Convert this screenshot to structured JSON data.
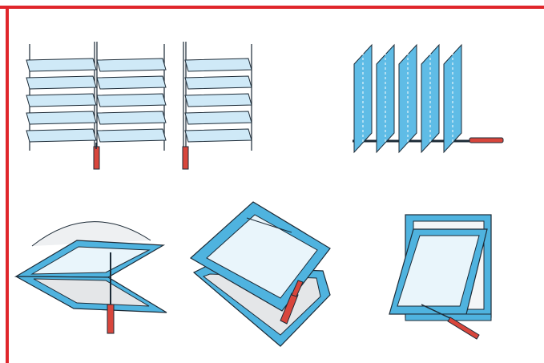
{
  "figure": {
    "panels": [
      {
        "id": "louvre-horizontal-pair",
        "icon": "horizontal-louvre-window-icon"
      },
      {
        "id": "louvre-vertical",
        "icon": "vertical-louvre-window-icon"
      },
      {
        "id": "top-hung-double-pivot",
        "icon": "top-hung-window-icon"
      },
      {
        "id": "centre-pivot",
        "icon": "pivot-window-icon"
      },
      {
        "id": "top-hung-awning",
        "icon": "awning-window-icon"
      }
    ],
    "colors": {
      "frame_border": "#e0262b",
      "glass": "#cfe9f7",
      "glass_light": "#e9f5fb",
      "frame_blue": "#4fb3df",
      "outline": "#1c2a36",
      "handle": "#d8463c",
      "open_sash_grey": "#e4e6e8"
    }
  }
}
